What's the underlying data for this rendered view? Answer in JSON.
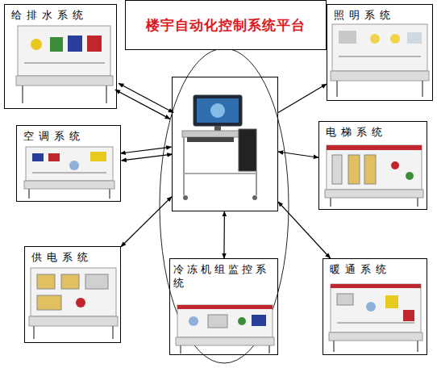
{
  "diagram": {
    "title": "楼宇自动化控制系统平台",
    "nodes": [
      {
        "text": [
          "给排水系统"
        ]
      },
      {
        "text": [
          "照明系统"
        ]
      },
      {
        "text": []
      },
      {
        "text": [
          "空调系统"
        ]
      },
      {
        "text": [
          "电梯系统"
        ]
      },
      {
        "text": [
          "供电系统"
        ]
      },
      {
        "text": [
          "冷冻机组监控系统"
        ]
      },
      {
        "text": [
          "暖通系统"
        ]
      }
    ],
    "edges": [
      {
        "from": 2,
        "to": 0,
        "arrow": "both"
      },
      {
        "from": 2,
        "to": 0,
        "arrow": "both"
      },
      {
        "from": 2,
        "to": 1,
        "arrow": "to"
      },
      {
        "from": 2,
        "to": 3,
        "arrow": "both"
      },
      {
        "from": 2,
        "to": 3,
        "arrow": "both"
      },
      {
        "from": 2,
        "to": 4,
        "arrow": "both"
      },
      {
        "from": 2,
        "to": 5,
        "arrow": "both"
      },
      {
        "from": 2,
        "to": 6,
        "arrow": "both"
      },
      {
        "from": 2,
        "to": 7,
        "arrow": "both"
      }
    ]
  }
}
